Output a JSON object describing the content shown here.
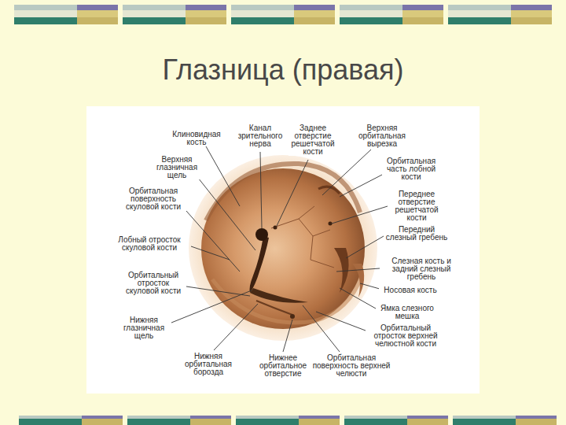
{
  "diagram": {
    "title": "Глазница (правая)",
    "labels": [
      "Клиновидная кость",
      "Канал зрительного нерва",
      "Заднее отверстие решетчатой кости",
      "Верхняя орбитальная вырезка",
      "Верхняя глазничная щель",
      "Орбитальная часть лобной кости",
      "Орбитальная поверхность скуловой кости",
      "Переднее отверстие решетчатой кости",
      "Передний слезный гребень",
      "Лобный отросток скуловой кости",
      "Слезная кость и задний слезный гребень",
      "Орбитальный отросток скуловой кости",
      "Носовая кость",
      "Ямка слезного мешка",
      "Нижняя глазничная щель",
      "Орбитальный отросток верхней челюстной кости",
      "Нижняя орбитальная борозда",
      "Нижнее орбитальное отверстие",
      "Орбитальная поверхность верхней челюсти"
    ]
  }
}
